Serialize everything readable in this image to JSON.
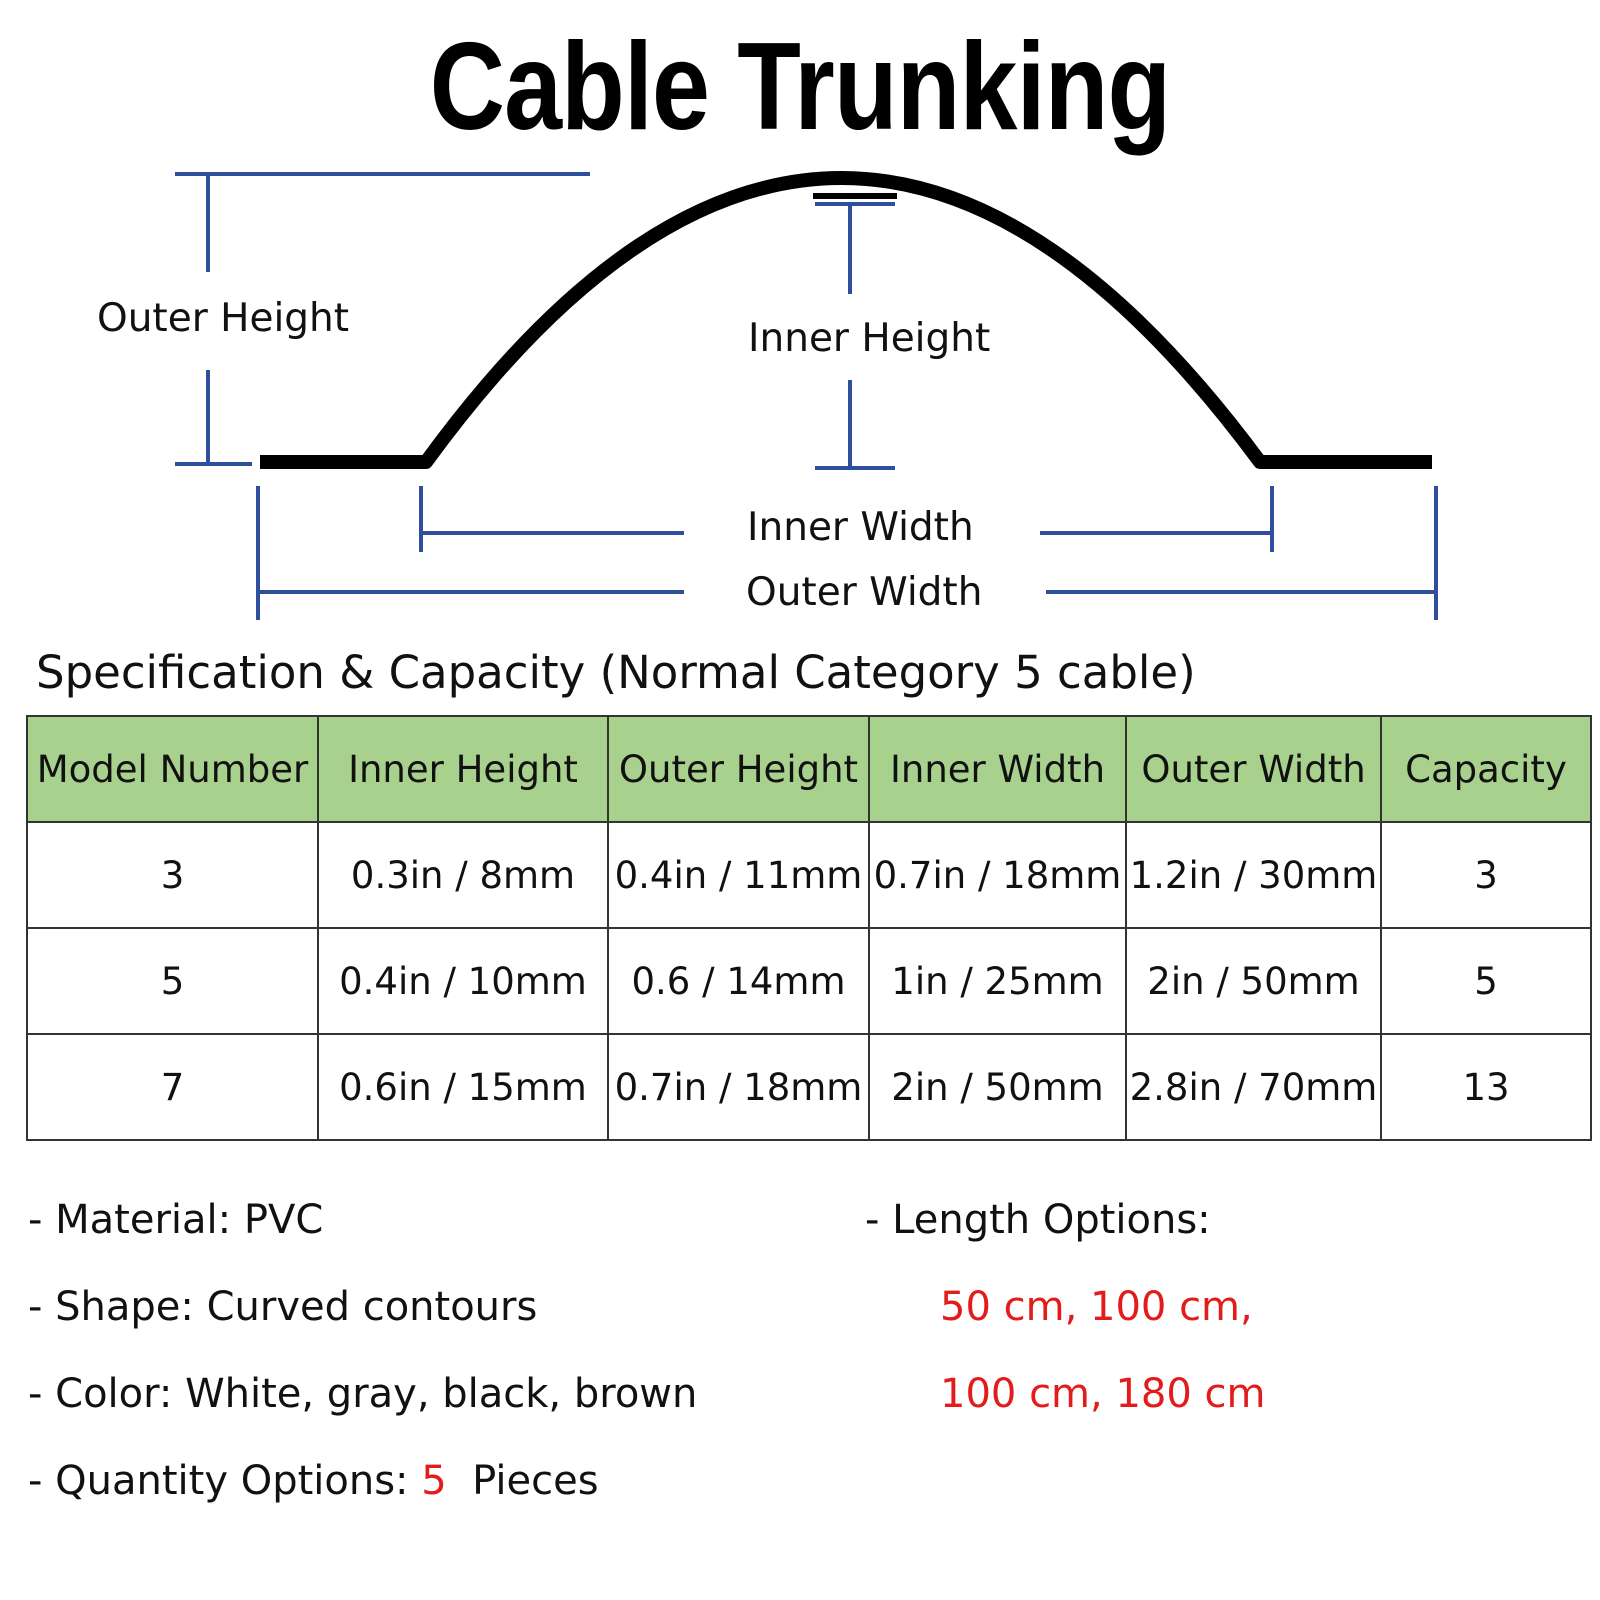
{
  "title": "Cable Trunking",
  "diagram": {
    "outer_height_label": "Outer Height",
    "inner_height_label": "Inner Height",
    "inner_width_label": "Inner Width",
    "outer_width_label": "Outer Width"
  },
  "spec": {
    "heading": "Specification & Capacity (Normal Category 5 cable)",
    "headers": [
      "Model Number",
      "Inner Height",
      "Outer Height",
      "Inner Width",
      "Outer Width",
      "Capacity"
    ],
    "rows": [
      [
        "3",
        "0.3in / 8mm",
        "0.4in / 11mm",
        "0.7in / 18mm",
        "1.2in / 30mm",
        "3"
      ],
      [
        "5",
        "0.4in / 10mm",
        "0.6 / 14mm",
        "1in / 25mm",
        "2in / 50mm",
        "5"
      ],
      [
        "7",
        "0.6in / 15mm",
        "0.7in / 18mm",
        "2in / 50mm",
        "2.8in / 70mm",
        "13"
      ]
    ]
  },
  "info": {
    "material": "- Material: PVC",
    "shape": "- Shape: Curved contours",
    "color": "- Color: White, gray, black, brown",
    "quantity_prefix": "- Quantity Options: ",
    "quantity_value": "5",
    "quantity_suffix": "  Pieces",
    "length_heading": "- Length Options:",
    "length_line1": "50 cm, 100 cm,",
    "length_line2": "100 cm, 180 cm"
  },
  "colors": {
    "header_fill": "#a9d18e",
    "dimension_lines": "#2f4f9e",
    "profile": "#000000",
    "highlight_red": "#e31b1b"
  }
}
